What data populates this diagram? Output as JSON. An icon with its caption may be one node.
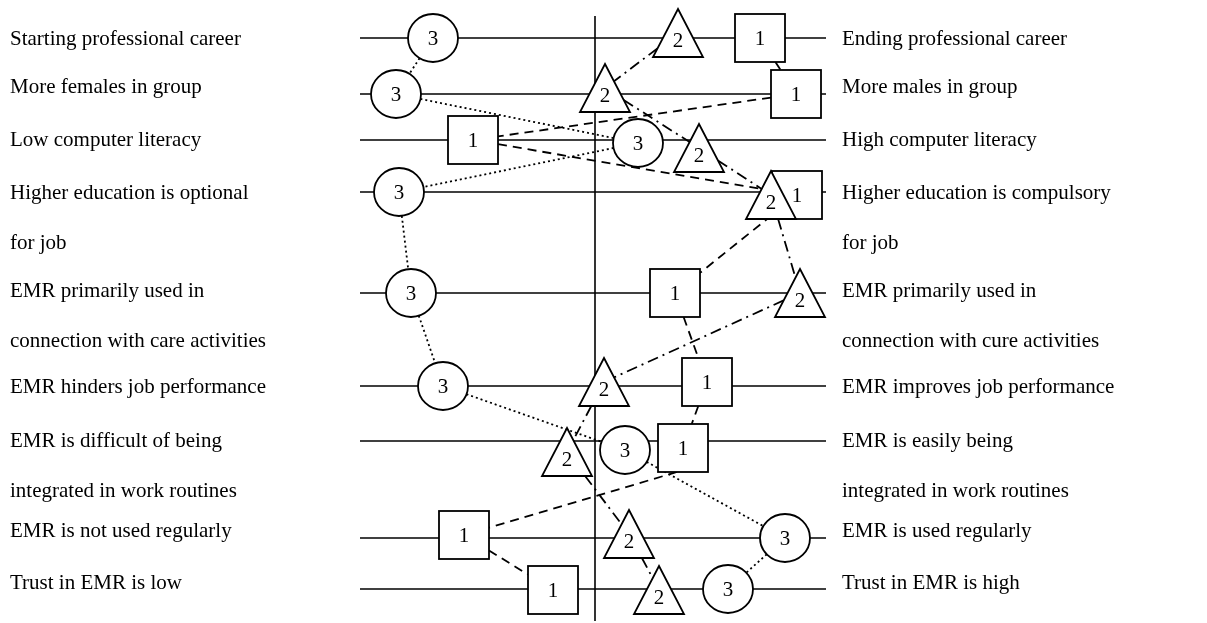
{
  "diagram": {
    "nodes": [
      {
        "text": [
          "3"
        ]
      },
      {
        "text": [
          "2"
        ]
      },
      {
        "text": [
          "1"
        ]
      },
      {
        "text": [
          "3"
        ]
      },
      {
        "text": [
          "2"
        ]
      },
      {
        "text": [
          "1"
        ]
      },
      {
        "text": [
          "1"
        ]
      },
      {
        "text": [
          "3"
        ]
      },
      {
        "text": [
          "2"
        ]
      },
      {
        "text": [
          "3"
        ]
      },
      {
        "text": [
          "2"
        ]
      },
      {
        "text": [
          "1"
        ]
      },
      {
        "text": [
          "3"
        ]
      },
      {
        "text": [
          "1"
        ]
      },
      {
        "text": [
          "2"
        ]
      },
      {
        "text": [
          "3"
        ]
      },
      {
        "text": [
          "2"
        ]
      },
      {
        "text": [
          "1"
        ]
      },
      {
        "text": [
          "2"
        ]
      },
      {
        "text": [
          "3"
        ]
      },
      {
        "text": [
          "1"
        ]
      },
      {
        "text": [
          "1"
        ]
      },
      {
        "text": [
          "2"
        ]
      },
      {
        "text": [
          "3"
        ]
      },
      {
        "text": [
          "1"
        ]
      },
      {
        "text": [
          "2"
        ]
      },
      {
        "text": [
          "3"
        ]
      }
    ],
    "edges": [
      {
        "from": 2,
        "to": 5,
        "arrow": "none",
        "style": "dashed"
      },
      {
        "from": 5,
        "to": 6,
        "arrow": "none",
        "style": "dashed"
      },
      {
        "from": 6,
        "to": 11,
        "arrow": "none",
        "style": "dashed"
      },
      {
        "from": 11,
        "to": 13,
        "arrow": "none",
        "style": "dashed"
      },
      {
        "from": 13,
        "to": 17,
        "arrow": "none",
        "style": "dashed"
      },
      {
        "from": 17,
        "to": 20,
        "arrow": "none",
        "style": "dashed"
      },
      {
        "from": 20,
        "to": 21,
        "arrow": "none",
        "style": "dashed"
      },
      {
        "from": 21,
        "to": 24,
        "arrow": "none",
        "style": "dashed"
      },
      {
        "from": 1,
        "to": 4,
        "arrow": "none",
        "style": "dashed"
      },
      {
        "from": 4,
        "to": 8,
        "arrow": "none",
        "style": "dashed"
      },
      {
        "from": 8,
        "to": 10,
        "arrow": "none",
        "style": "dashed"
      },
      {
        "from": 10,
        "to": 14,
        "arrow": "none",
        "style": "dashed"
      },
      {
        "from": 14,
        "to": 16,
        "arrow": "none",
        "style": "dashed"
      },
      {
        "from": 16,
        "to": 18,
        "arrow": "none",
        "style": "dashed"
      },
      {
        "from": 18,
        "to": 22,
        "arrow": "none",
        "style": "dashed"
      },
      {
        "from": 22,
        "to": 25,
        "arrow": "none",
        "style": "dashed"
      },
      {
        "from": 0,
        "to": 3,
        "arrow": "none",
        "style": "dashed"
      },
      {
        "from": 3,
        "to": 7,
        "arrow": "none",
        "style": "dashed"
      },
      {
        "from": 7,
        "to": 9,
        "arrow": "none",
        "style": "dashed"
      },
      {
        "from": 9,
        "to": 12,
        "arrow": "none",
        "style": "dashed"
      },
      {
        "from": 12,
        "to": 15,
        "arrow": "none",
        "style": "dashed"
      },
      {
        "from": 15,
        "to": 19,
        "arrow": "none",
        "style": "dashed"
      },
      {
        "from": 19,
        "to": 23,
        "arrow": "none",
        "style": "dashed"
      },
      {
        "from": 23,
        "to": 26,
        "arrow": "none",
        "style": "dashed"
      }
    ],
    "labels": [
      "Starting professional career",
      "Ending professional career",
      "More females in group",
      "More males in group",
      "Low computer literacy",
      "High computer literacy",
      "Higher education is optional for job",
      "Higher education is compulsory for job",
      "EMR primarily used in connection with care activities",
      "EMR primarily used in connection with cure activities",
      "EMR hinders job performance",
      "EMR improves job performance",
      "EMR is difficult of being integrated in work routines",
      "EMR is easily being integrated in work routines",
      "EMR is not used regularly",
      "EMR is used regularly",
      "Trust in EMR is low",
      "Trust in EMR is high"
    ]
  }
}
